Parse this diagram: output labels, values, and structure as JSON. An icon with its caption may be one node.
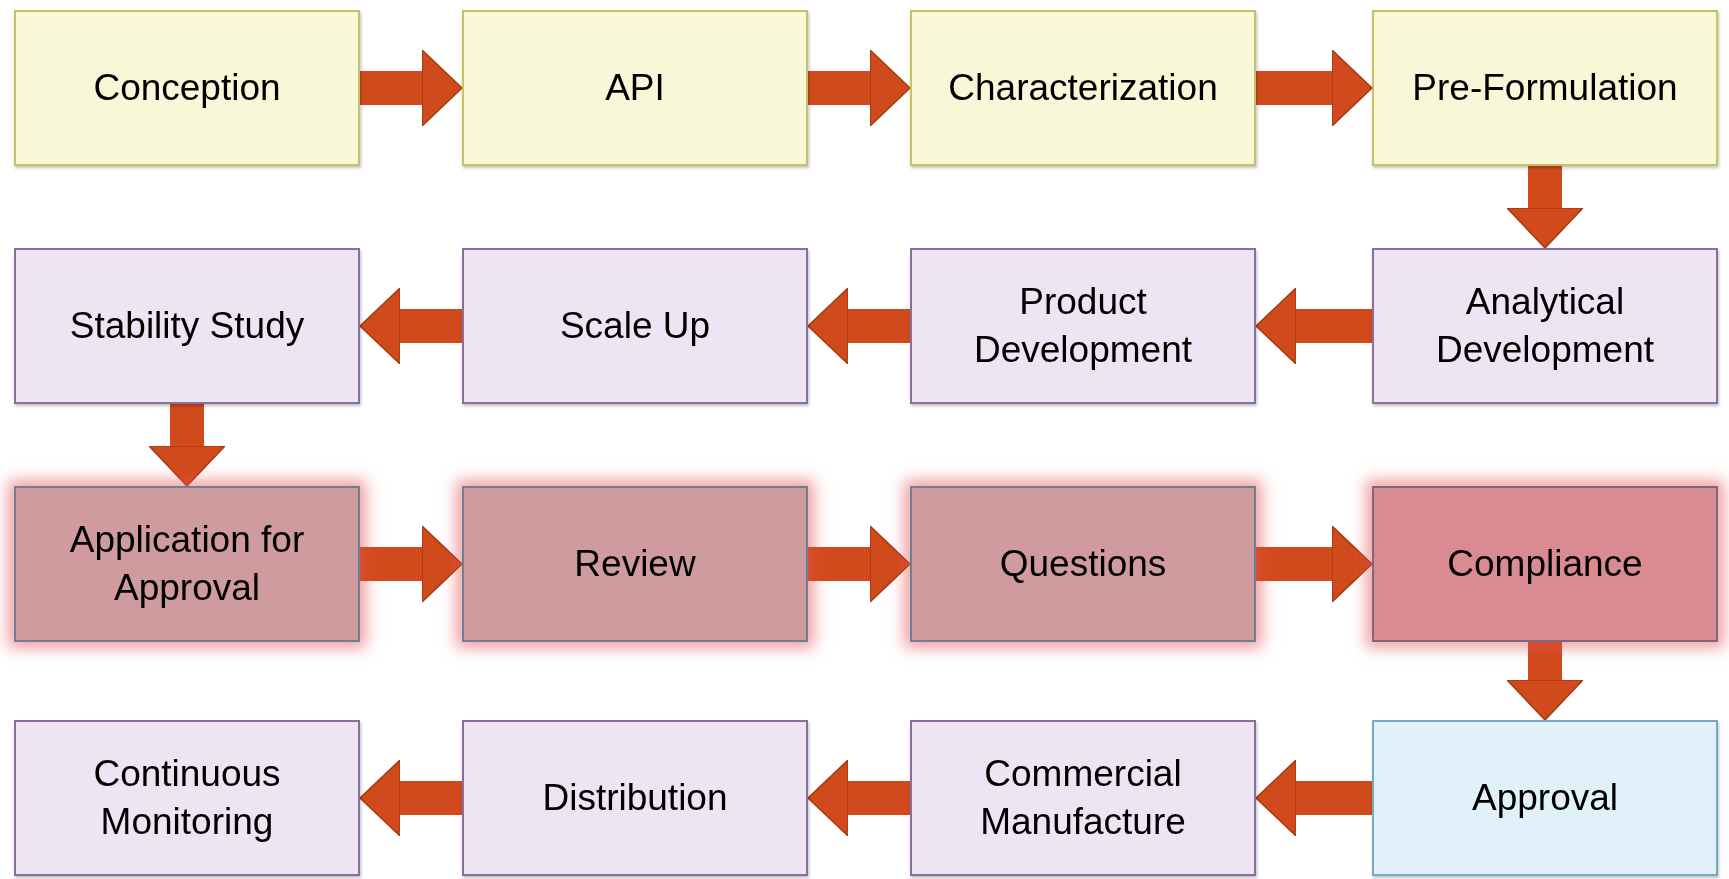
{
  "diagram": {
    "nodes": [
      {
        "text": [
          "Conception"
        ]
      },
      {
        "text": [
          "API"
        ]
      },
      {
        "text": [
          "Characterization"
        ]
      },
      {
        "text": [
          "Pre-Formulation"
        ]
      },
      {
        "text": [
          "Analytical Development"
        ]
      },
      {
        "text": [
          "Product Development"
        ]
      },
      {
        "text": [
          "Scale Up"
        ]
      },
      {
        "text": [
          "Stability Study"
        ]
      },
      {
        "text": [
          "Application for Approval"
        ]
      },
      {
        "text": [
          "Review"
        ]
      },
      {
        "text": [
          "Questions"
        ]
      },
      {
        "text": [
          "Compliance"
        ]
      },
      {
        "text": [
          "Approval"
        ]
      },
      {
        "text": [
          "Commercial Manufacture"
        ]
      },
      {
        "text": [
          "Distribution"
        ]
      },
      {
        "text": [
          "Continuous Monitoring"
        ]
      }
    ],
    "edges": [
      {
        "from": 0,
        "to": 1,
        "arrow": "to"
      },
      {
        "from": 1,
        "to": 2,
        "arrow": "to"
      },
      {
        "from": 2,
        "to": 3,
        "arrow": "to"
      },
      {
        "from": 3,
        "to": 4,
        "arrow": "to"
      },
      {
        "from": 4,
        "to": 5,
        "arrow": "to"
      },
      {
        "from": 5,
        "to": 6,
        "arrow": "to"
      },
      {
        "from": 6,
        "to": 7,
        "arrow": "to"
      },
      {
        "from": 7,
        "to": 8,
        "arrow": "to"
      },
      {
        "from": 8,
        "to": 9,
        "arrow": "to"
      },
      {
        "from": 9,
        "to": 10,
        "arrow": "to"
      },
      {
        "from": 10,
        "to": 11,
        "arrow": "to"
      },
      {
        "from": 11,
        "to": 12,
        "arrow": "to"
      },
      {
        "from": 12,
        "to": 13,
        "arrow": "to"
      },
      {
        "from": 13,
        "to": 14,
        "arrow": "to"
      },
      {
        "from": 14,
        "to": 15,
        "arrow": "to"
      }
    ]
  }
}
